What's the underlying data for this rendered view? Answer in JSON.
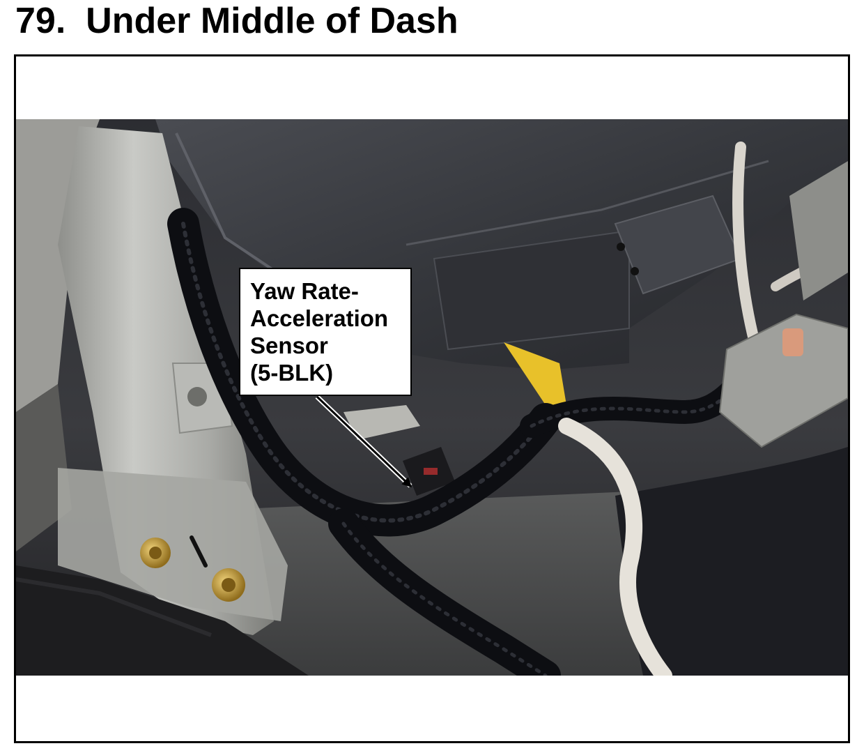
{
  "page": {
    "title": "79.  Under Middle of Dash"
  },
  "callout": {
    "lines": [
      "Yaw Rate-",
      "Acceleration",
      "Sensor",
      "(5-BLK)"
    ]
  },
  "colors": {
    "border": "#000000",
    "harness": "#0d0e12",
    "bracket": "#b7b8b4",
    "dash_panel": "#3a3c42",
    "carpet": "#1a1a1c",
    "white_cable": "#e6e2da",
    "yellow_tag": "#e8c12a",
    "brass_bolt": "#c9a23a"
  },
  "icons": {
    "arrow": "arrow-pointer-icon"
  }
}
